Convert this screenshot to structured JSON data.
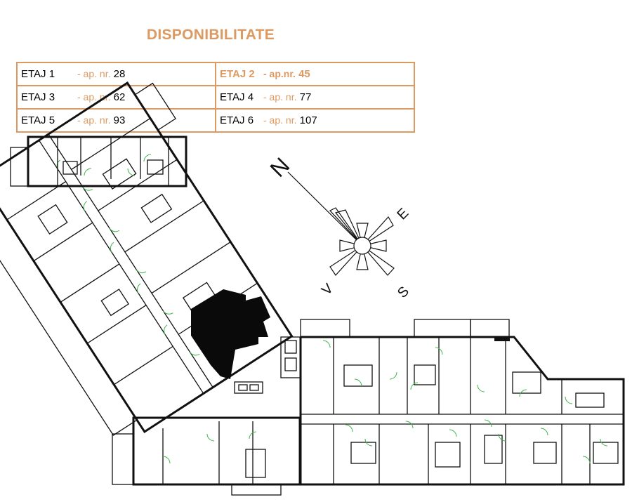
{
  "title": "DISPONIBILITATE",
  "colors": {
    "accent": "#dc9a62",
    "table_border": "#dc9a62",
    "highlighted_apartment": "#dc9a62",
    "door_arcs": "#3db34a",
    "walls": "#111111",
    "available_unit_fill": "#0a0a0a"
  },
  "availability": [
    [
      {
        "floor": "ETAJ 1",
        "ap_label": "- ap. nr.",
        "number": "28",
        "highlighted": false
      },
      {
        "floor": "ETAJ 2",
        "ap_label": "- ap.nr.",
        "number": "45",
        "highlighted": true
      }
    ],
    [
      {
        "floor": "ETAJ 3",
        "ap_label": "- ap. nr.",
        "number": "62",
        "highlighted": false
      },
      {
        "floor": "ETAJ 4",
        "ap_label": "- ap. nr.",
        "number": "77",
        "highlighted": false
      }
    ],
    [
      {
        "floor": "ETAJ 5",
        "ap_label": "- ap. nr.",
        "number": "93",
        "highlighted": false
      },
      {
        "floor": "ETAJ 6",
        "ap_label": "- ap. nr.",
        "number": "107",
        "highlighted": false
      }
    ]
  ],
  "compass": {
    "north": "N",
    "east": "E",
    "south": "S",
    "west": "V"
  },
  "icons": {
    "compass": "compass-rose-icon"
  }
}
